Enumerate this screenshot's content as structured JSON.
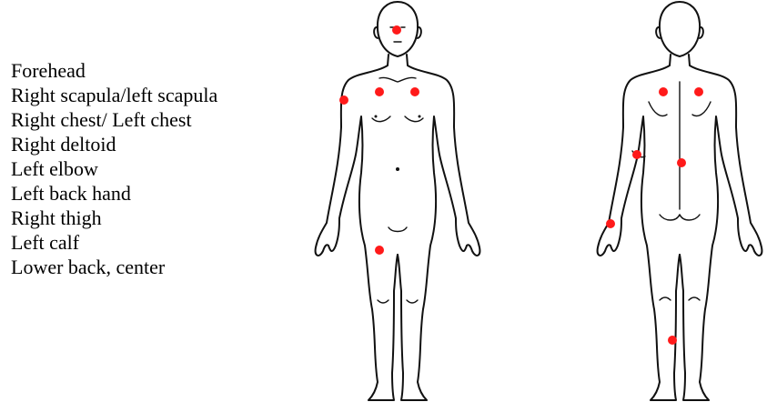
{
  "sites": [
    "Forehead",
    "Right scapula/left scapula",
    "Right chest/ Left chest",
    "Right deltoid",
    "Left elbow",
    "Left back hand",
    "Right thigh",
    "Left calf",
    "Lower back, center"
  ],
  "figures": {
    "front": {
      "view": "front",
      "markers": [
        "forehead",
        "right-deltoid",
        "right-chest",
        "left-chest",
        "right-thigh"
      ]
    },
    "back": {
      "view": "back",
      "markers": [
        "right-scapula",
        "left-scapula",
        "left-elbow",
        "lower-back-center",
        "left-back-hand",
        "left-calf"
      ]
    }
  },
  "colors": {
    "marker": "#ff1a1a",
    "outline": "#111111",
    "text": "#000000",
    "background": "#ffffff"
  }
}
